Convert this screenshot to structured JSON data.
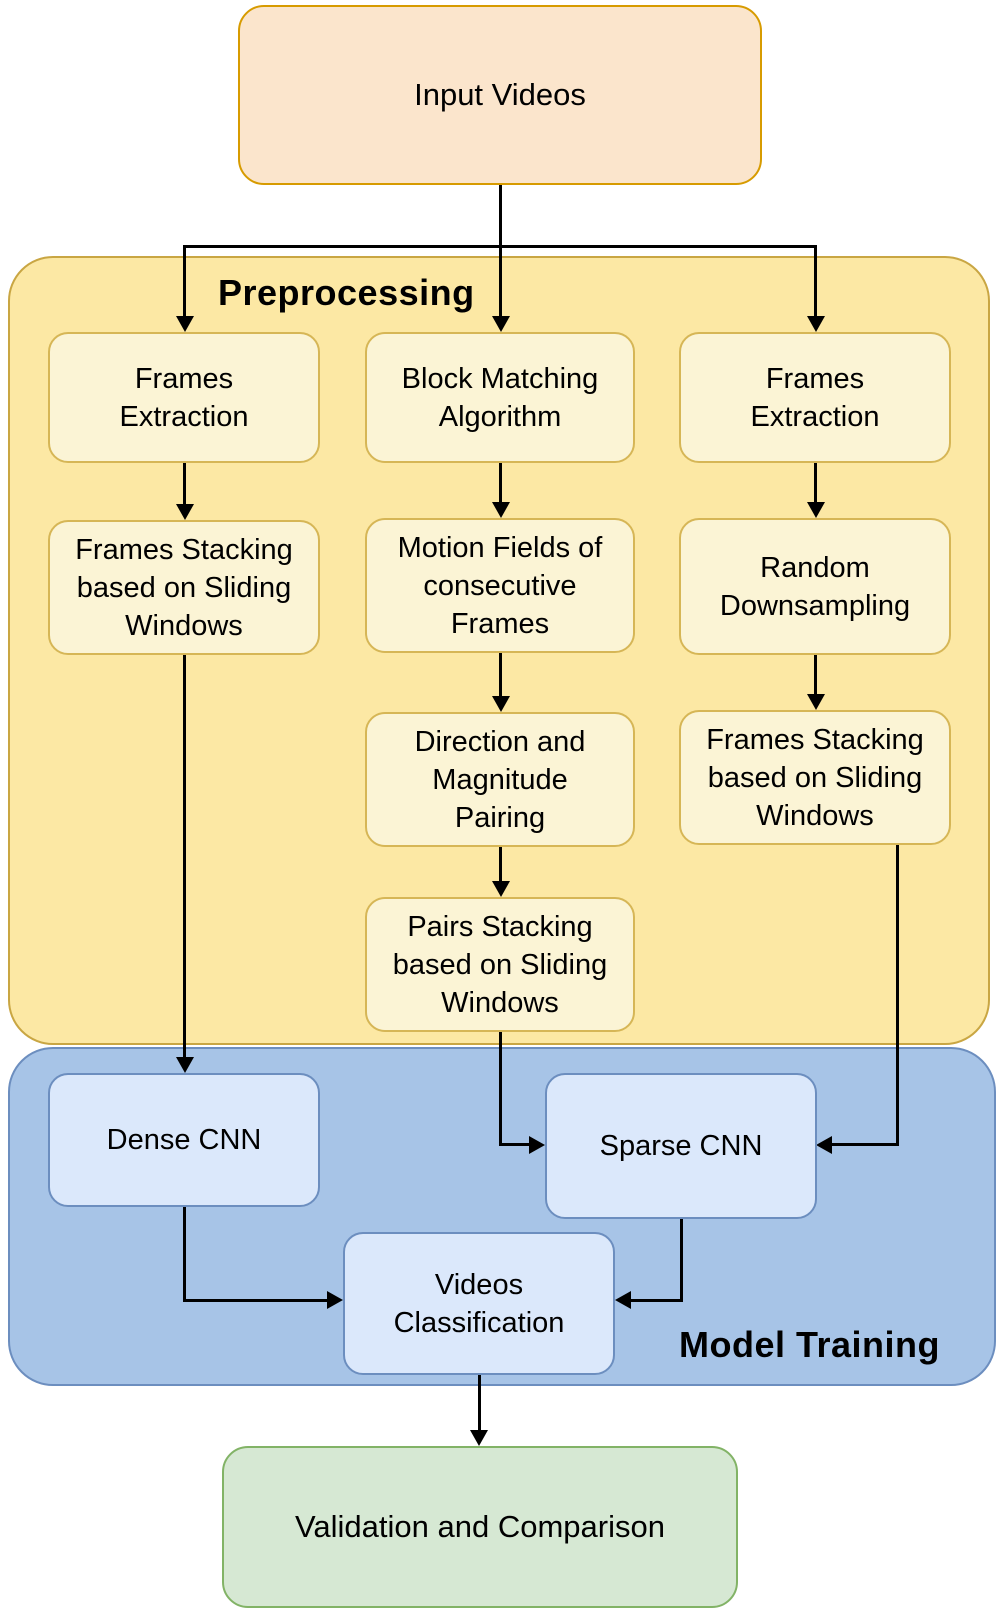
{
  "sections": {
    "preprocessing": "Preprocessing",
    "model_training": "Model Training"
  },
  "nodes": {
    "input_videos": "Input Videos",
    "frames_extraction_left": "Frames\nExtraction",
    "block_matching": "Block Matching\nAlgorithm",
    "frames_extraction_right": "Frames\nExtraction",
    "frames_stacking_left": "Frames Stacking\nbased on Sliding\nWindows",
    "motion_fields": "Motion Fields of\nconsecutive\nFrames",
    "random_downsampling": "Random\nDownsampling",
    "direction_magnitude": "Direction and\nMagnitude\nPairing",
    "frames_stacking_right": "Frames Stacking\nbased on Sliding\nWindows",
    "pairs_stacking": "Pairs Stacking\nbased on Sliding\nWindows",
    "dense_cnn": "Dense CNN",
    "sparse_cnn": "Sparse CNN",
    "videos_classification": "Videos\nClassification",
    "validation": "Validation and Comparison"
  },
  "colors": {
    "input_fill": "#FBE5CC",
    "input_border": "#D79B00",
    "preprocessing_panel_fill": "#FCE8A4",
    "preprocessing_panel_border": "#C9A643",
    "preprocessing_node_fill": "#FBF4D5",
    "preprocessing_node_border": "#D6B656",
    "training_panel_fill": "#A7C4E7",
    "training_panel_border": "#6C8EBF",
    "training_node_fill": "#DBE8FB",
    "training_node_border": "#6C8EBF",
    "output_fill": "#D6E8D3",
    "output_border": "#82B366",
    "connector": "#000000",
    "text": "#000000"
  }
}
